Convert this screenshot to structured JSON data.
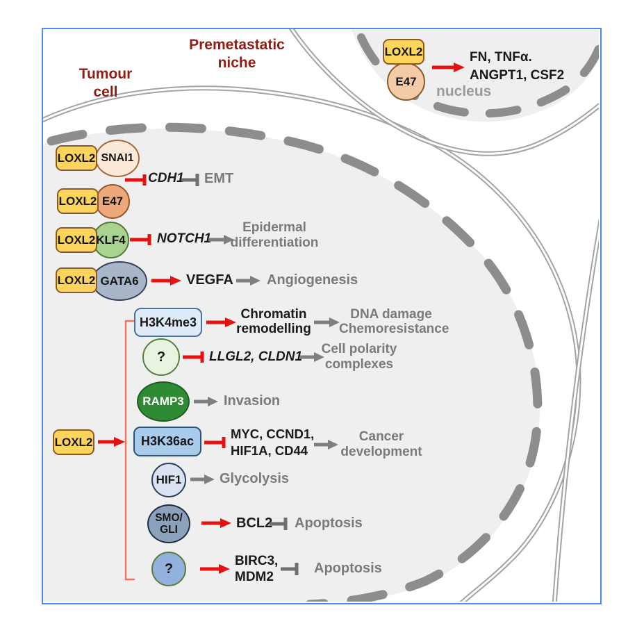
{
  "colors": {
    "frame_border": "#4b8bf0",
    "accent_red": "#e51212",
    "bracket_red": "#f2705f",
    "membrane_gray": "#a3a3a3",
    "nucleus_fill": "#efeff0",
    "nucleus_dash_gray": "#8d8d8d",
    "outcome_text_gray": "#7a7a7a",
    "region_label_dark_red": "#8e1d15",
    "loxl2_fill": "#fbd55b",
    "loxl2_border": "#8a5a28"
  },
  "region_labels": {
    "tumour_line1": "Tumour",
    "tumour_line2": "cell",
    "niche_line1": "Premetastatic",
    "niche_line2": "niche",
    "nucleus": "nucleus"
  },
  "niche": {
    "loxl2": "LOXL2",
    "e47": "E47",
    "targets_line1": "FN, TNFα.",
    "targets_line2": "ANGPT1, CSF2"
  },
  "rows": {
    "snai1": {
      "loxl2": "LOXL2",
      "partner": "SNAI1"
    },
    "cdh1": {
      "target": "CDH1",
      "outcome": "EMT"
    },
    "e47": {
      "loxl2": "LOXL2",
      "partner": "E47"
    },
    "klf4": {
      "loxl2": "LOXL2",
      "partner": "KLF4",
      "target": "NOTCH1",
      "outcome_line1": "Epidermal",
      "outcome_line2": "differentiation"
    },
    "gata6": {
      "loxl2": "LOXL2",
      "partner": "GATA6",
      "target": "VEGFA",
      "outcome": "Angiogenesis"
    }
  },
  "hub": {
    "loxl2": "LOXL2"
  },
  "subrows": {
    "h3k4me3": {
      "node": "H3K4me3",
      "effect_line1": "Chromatin",
      "effect_line2": "remodelling",
      "outcome_line1": "DNA damage",
      "outcome_line2": "Chemoresistance"
    },
    "polarity": {
      "node": "?",
      "target": "LLGL2, CLDN1",
      "outcome_line1": "Cell polarity",
      "outcome_line2": "complexes"
    },
    "ramp3": {
      "node": "RAMP3",
      "outcome": "Invasion"
    },
    "h3k36ac": {
      "node": "H3K36ac",
      "target_line1": "MYC, CCND1,",
      "target_line2": "HIF1A, CD44",
      "outcome_line1": "Cancer",
      "outcome_line2": "development"
    },
    "hif1": {
      "node": "HIF1",
      "outcome": "Glycolysis"
    },
    "smo_gli": {
      "node_line1": "SMO/",
      "node_line2": "GLI",
      "target": "BCL2",
      "outcome": "Apoptosis"
    },
    "unknown_blue": {
      "node": "?",
      "target_line1": "BIRC3,",
      "target_line2": "MDM2",
      "outcome": "Apoptosis"
    }
  }
}
